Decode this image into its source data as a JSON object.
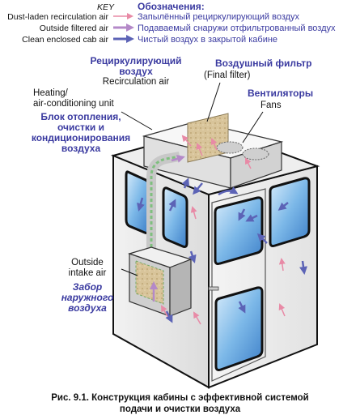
{
  "key": {
    "title_en": "KEY",
    "title_ru": "Обозначения:",
    "items": [
      {
        "en": "Dust-laden recirculation air",
        "ru": "Запылённый рециркулирующий воздух",
        "color": "#e88aa6"
      },
      {
        "en": "Outside filtered air",
        "ru": "Подаваемый снаружи отфильтрованный воздух",
        "color": "#b489c8"
      },
      {
        "en": "Clean enclosed cab air",
        "ru": "Чистый воздух в закрытой кабине",
        "color": "#5c63b6"
      }
    ]
  },
  "labels": {
    "recirc_ru": "Рециркулирующий воздух",
    "recirc_ru_1": "Рециркулирующий",
    "recirc_ru_2": "воздух",
    "recirc_en": "Recirculation air",
    "filter_ru": "Воздушный фильтр",
    "filter_en": "(Final filter)",
    "fans_ru": "Вентиляторы",
    "fans_en": "Fans",
    "heating_en_1": "Heating/",
    "heating_en_2": "air-conditioning unit",
    "heating_ru_1": "Блок отопления,",
    "heating_ru_2": "очистки и",
    "heating_ru_3": "кондиционирования",
    "heating_ru_4": "воздуха",
    "intake_en_1": "Outside",
    "intake_en_2": "intake air",
    "intake_ru_1": "Забор",
    "intake_ru_2": "наружного",
    "intake_ru_3": "воздуха"
  },
  "caption": {
    "line1": "Рис. 9.1. Конструкция кабины с эффективной системой",
    "line2": "подачи и очистки воздуха"
  }
}
